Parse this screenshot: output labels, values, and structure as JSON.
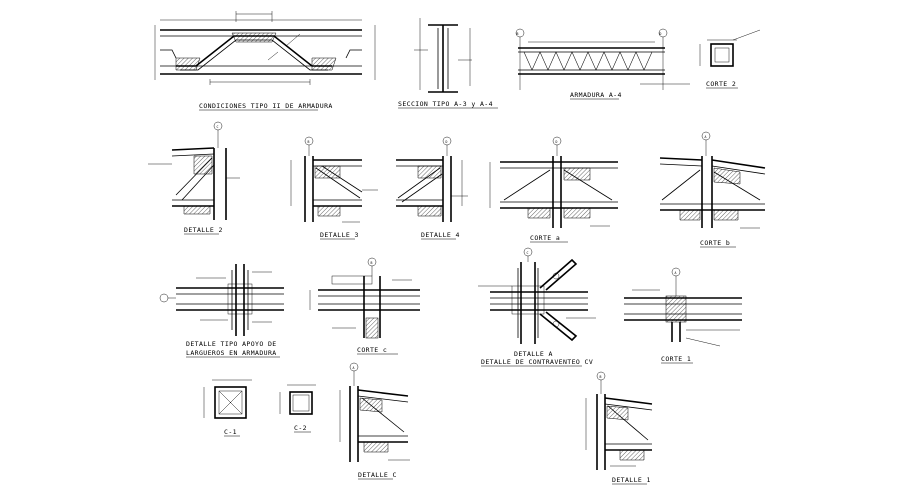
{
  "labels": {
    "armadura_tipo2": "CONDICIONES TIPO II DE ARMADURA",
    "seccion": "SECCION TIPO A-3 y A-4",
    "armadura_a4": "ARMADURA A-4",
    "corte2": "CORTE 2",
    "detalle2": "DETALLE 2",
    "detalle3": "DETALLE 3",
    "detalle4": "DETALLE 4",
    "cortea": "CORTE a",
    "corteb": "CORTE b",
    "detalle_tipo_l1": "DETALLE TIPO APOYO DE",
    "detalle_tipo_l2": "LARGUEROS EN ARMADURA",
    "cortec": "CORTE c",
    "detalle_a_l1": "DETALLE A",
    "detalle_a_l2": "DETALLE DE CONTRAVENTEO CV",
    "corte1": "CORTE 1",
    "c1": "C-1",
    "c2": "C-2",
    "detalle_c": "DETALLE C",
    "detalle1": "DETALLE 1"
  },
  "bubbles": {
    "armadura_a4_left": "B",
    "armadura_a4_right": "D",
    "detalle2": "C",
    "detalle3": "B",
    "detalle4": "D",
    "cortea": "D",
    "corteb": "A",
    "cortec": "B",
    "detalle_a": "C",
    "corte1": "A",
    "detalle_c": "A",
    "detalle1": "B"
  }
}
